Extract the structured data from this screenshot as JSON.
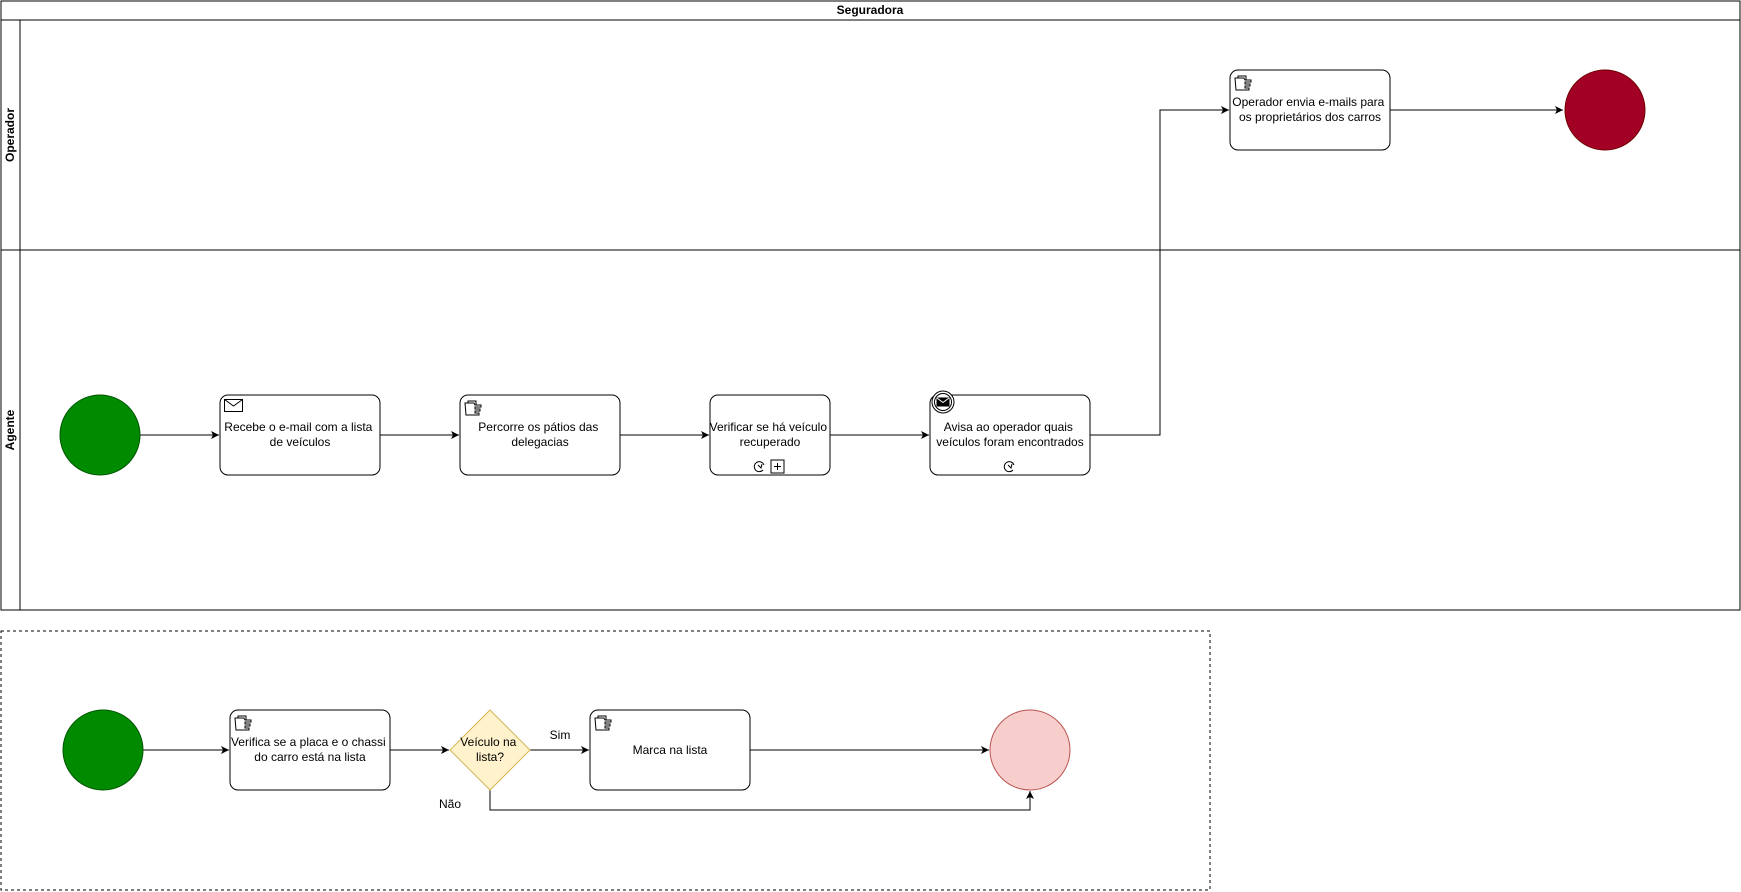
{
  "pool": {
    "title": "Seguradora",
    "lanes": [
      {
        "title": "Operador"
      },
      {
        "title": "Agente"
      }
    ]
  },
  "operador": {
    "task_send_emails": [
      "Operador envia e-mails para",
      "os proprietários dos carros"
    ]
  },
  "agente": {
    "task_receive_email": [
      "Recebe o e-mail com a lista",
      "de veículos"
    ],
    "task_visit_yards": [
      "Percorre os pátios das",
      "delegacias"
    ],
    "task_check_vehicle": [
      "Verificar se há veículo",
      "recuperado"
    ],
    "task_notify_operator": [
      "Avisa ao operador quais",
      "veículos foram encontrados"
    ]
  },
  "subprocess": {
    "task_verify_plate": [
      "Verifica se a placa e o chassi",
      "do carro está na lista"
    ],
    "gateway_label": [
      "Veículo na",
      "lista?"
    ],
    "yes_label": "Sim",
    "no_label": "Não",
    "task_mark": "Marca na lista"
  },
  "colors": {
    "start_event_fill": "#008a00",
    "start_event_stroke": "#005700",
    "end_event_fill": "#a20025",
    "end_event_stroke": "#6f0000",
    "sub_end_event_fill": "#f8cecc",
    "sub_end_event_stroke": "#b85450",
    "gateway_fill": "#fff2cc",
    "gateway_stroke": "#d6b656"
  }
}
